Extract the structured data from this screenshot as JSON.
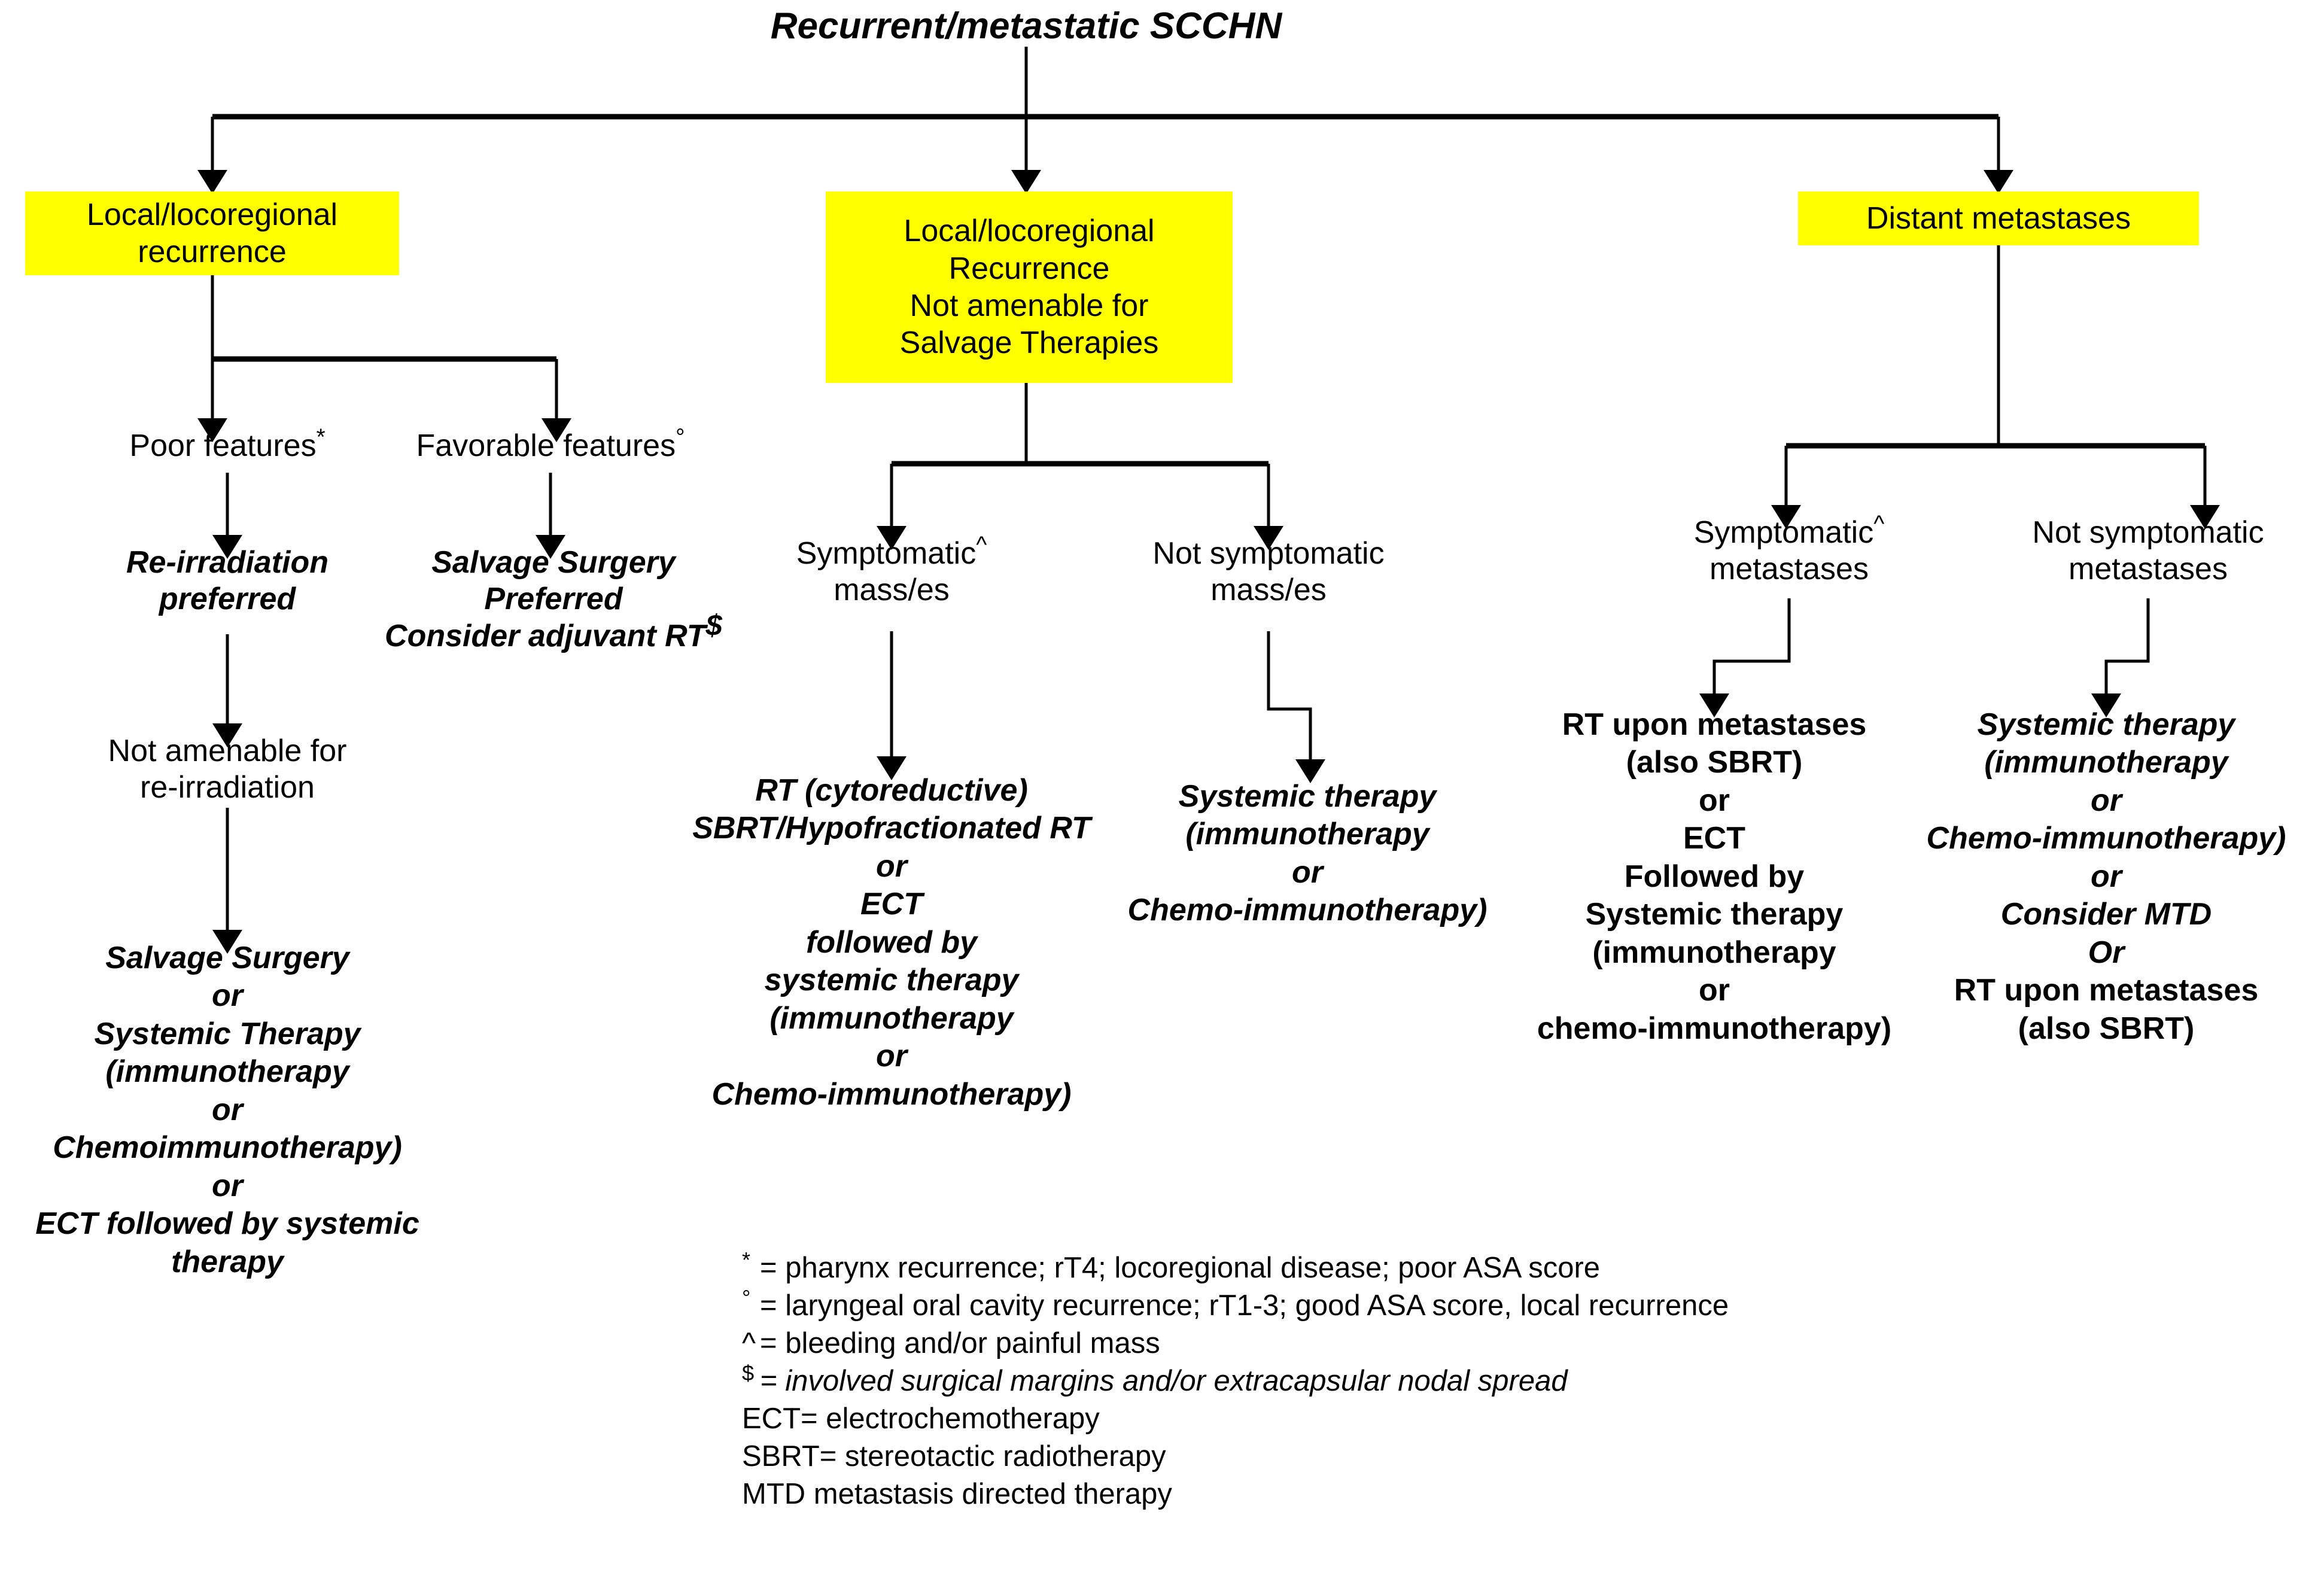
{
  "title": "Recurrent/metastatic SCCHN",
  "colors": {
    "highlight": "#ffff00",
    "line": "#000000",
    "text": "#000000"
  },
  "boxes": {
    "left": {
      "lines": [
        "Local/locoregional",
        "recurrence"
      ]
    },
    "middle": {
      "lines": [
        "Local/locoregional",
        "Recurrence",
        "Not amenable for",
        "Salvage Therapies"
      ]
    },
    "right": {
      "lines": [
        "Distant metastases"
      ]
    }
  },
  "branches": {
    "poor_features": {
      "label": "Poor features",
      "marker": "*"
    },
    "favorable_features": {
      "label": "Favorable features",
      "marker": "°"
    },
    "sym_mass": {
      "label": "Symptomatic",
      "marker": "^",
      "line2": "mass/es"
    },
    "not_sym_mass": {
      "label": "Not symptomatic",
      "marker": "",
      "line2": "mass/es"
    },
    "sym_mets": {
      "label": "Symptomatic",
      "marker": "^",
      "line2": "metastases"
    },
    "not_sym_mets": {
      "label": "Not symptomatic",
      "marker": "",
      "line2": "metastases"
    }
  },
  "treatments": {
    "reirradiation": {
      "lines": [
        "Re-irradiation",
        "preferred"
      ]
    },
    "salvage_surgery_pref": {
      "lines": [
        "Salvage Surgery",
        "Preferred",
        "Consider adjuvant RT"
      ],
      "marker": "$"
    },
    "not_amenable": {
      "lines": [
        "Not amenable for",
        "re-irradiation"
      ]
    },
    "salvage_or_systemic": {
      "lines": [
        "Salvage Surgery",
        "or",
        "Systemic Therapy",
        "(immunotherapy",
        "or",
        "Chemoimmunotherapy)",
        "or",
        "ECT followed by systemic",
        "therapy"
      ]
    },
    "rt_cytoreductive": {
      "lines": [
        "RT (cytoreductive)",
        "SBRT/Hypofractionated RT",
        "or",
        "ECT",
        "followed by",
        "systemic therapy",
        "(immunotherapy",
        "or",
        "Chemo-immunotherapy)"
      ]
    },
    "systemic_mid": {
      "lines": [
        "Systemic therapy",
        "(immunotherapy",
        "or",
        "Chemo-immunotherapy)"
      ]
    },
    "rt_upon_mets": {
      "lines": [
        "RT upon metastases",
        "(also SBRT)",
        "or",
        "ECT",
        "Followed by",
        "Systemic therapy",
        "(immunotherapy",
        "or",
        "chemo-immunotherapy)"
      ]
    },
    "systemic_right": {
      "italic_lines": [
        "Systemic therapy",
        "(immunotherapy",
        "or",
        "Chemo-immunotherapy)",
        "or",
        "Consider MTD",
        "Or"
      ],
      "bold_lines": [
        "RT upon metastases",
        "(also SBRT)"
      ]
    }
  },
  "legend": [
    {
      "mark": "*",
      "mark_style": "sup",
      "text": "= pharynx recurrence; rT4; locoregional disease; poor ASA score",
      "italic": false
    },
    {
      "mark": "°",
      "mark_style": "sup",
      "text": "= laryngeal oral cavity recurrence; rT1-3; good ASA score, local recurrence",
      "italic": false
    },
    {
      "mark": "^",
      "mark_style": "inline",
      "text": "= bleeding and/or painful mass",
      "italic": false
    },
    {
      "mark": "$",
      "mark_style": "sup",
      "text": "= involved surgical margins and/or extracapsular nodal spread",
      "italic": true
    },
    {
      "mark": "",
      "mark_style": "none",
      "text": "ECT= electrochemotherapy",
      "italic": false
    },
    {
      "mark": "",
      "mark_style": "none",
      "text": "SBRT= stereotactic radiotherapy",
      "italic": false
    },
    {
      "mark": "",
      "mark_style": "none",
      "text": "MTD metastasis directed therapy",
      "italic": false
    }
  ]
}
